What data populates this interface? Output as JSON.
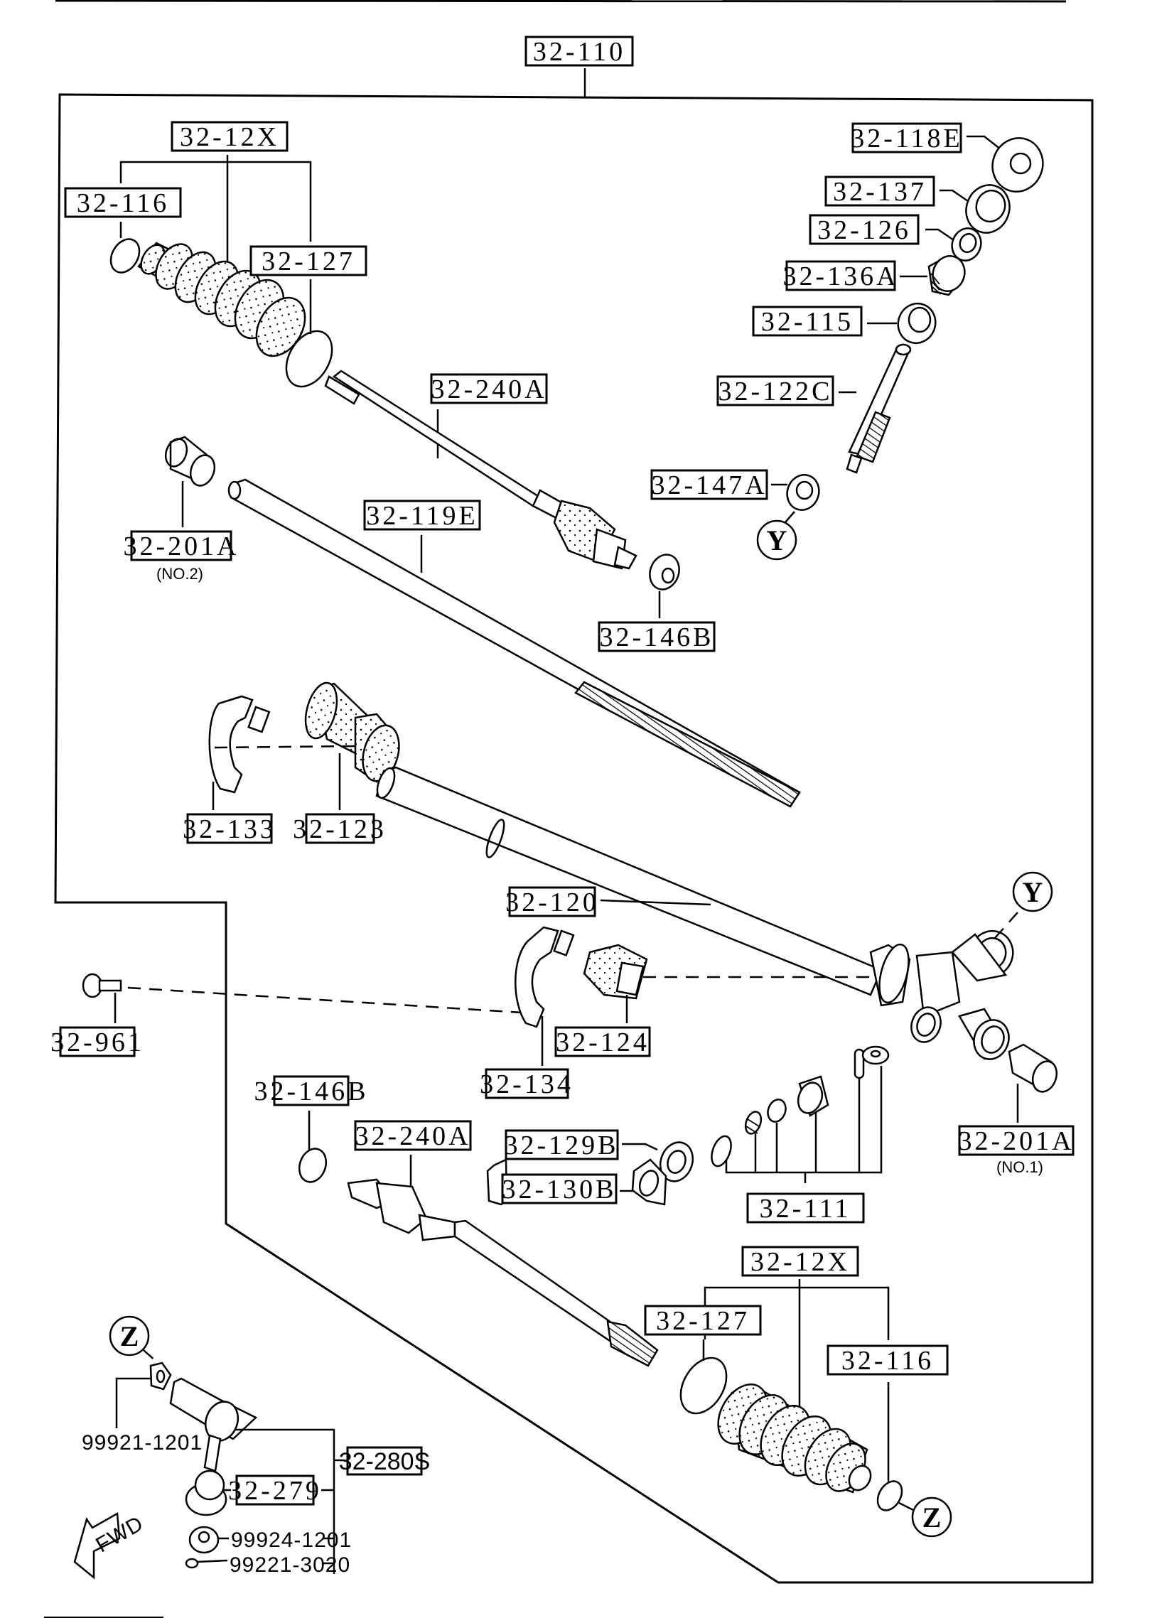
{
  "diagram": {
    "title_part": "32-110",
    "labels": {
      "boot_kit_upper": "32-12X",
      "boot_clamp_upper": "32-116",
      "boot_band_upper": "32-127",
      "dust_seal": "32-118E",
      "oil_seal": "32-137",
      "bearing_126": "32-126",
      "adjust_plug": "32-136A",
      "bearing_115": "32-115",
      "pinion": "32-122C",
      "bearing_147a": "32-147A",
      "tie_rod_upper": "32-240A",
      "bushing_no2": "32-201A",
      "bushing_no2_note": "(NO.2)",
      "rack": "32-119E",
      "washer_upper": "32-146B",
      "mount_bracket_left": "32-133",
      "mount_rubber_left": "32-123",
      "housing": "32-120",
      "bolt": "32-961",
      "mount_rubber_right": "32-124",
      "mount_bracket_right": "32-134",
      "washer_lower": "32-146B",
      "tie_rod_lower": "32-240A",
      "yoke_plug": "32-129B",
      "lock_nut": "32-130B",
      "yoke_kit": "32-111",
      "bushing_no1": "32-201A",
      "bushing_no1_note": "(NO.1)",
      "boot_kit_lower": "32-12X",
      "boot_band_lower": "32-127",
      "boot_clamp_lower": "32-116",
      "tie_rod_end_nut": "99921-1201",
      "tie_rod_end": "32-280S",
      "dust_boot": "32-279",
      "castle_nut": "99924-1201",
      "cotter_pin": "99221-3020"
    },
    "references": {
      "y_upper": "Y",
      "y_lower": "Y",
      "z_left": "Z",
      "z_right": "Z"
    },
    "direction_indicator": "FWD"
  }
}
